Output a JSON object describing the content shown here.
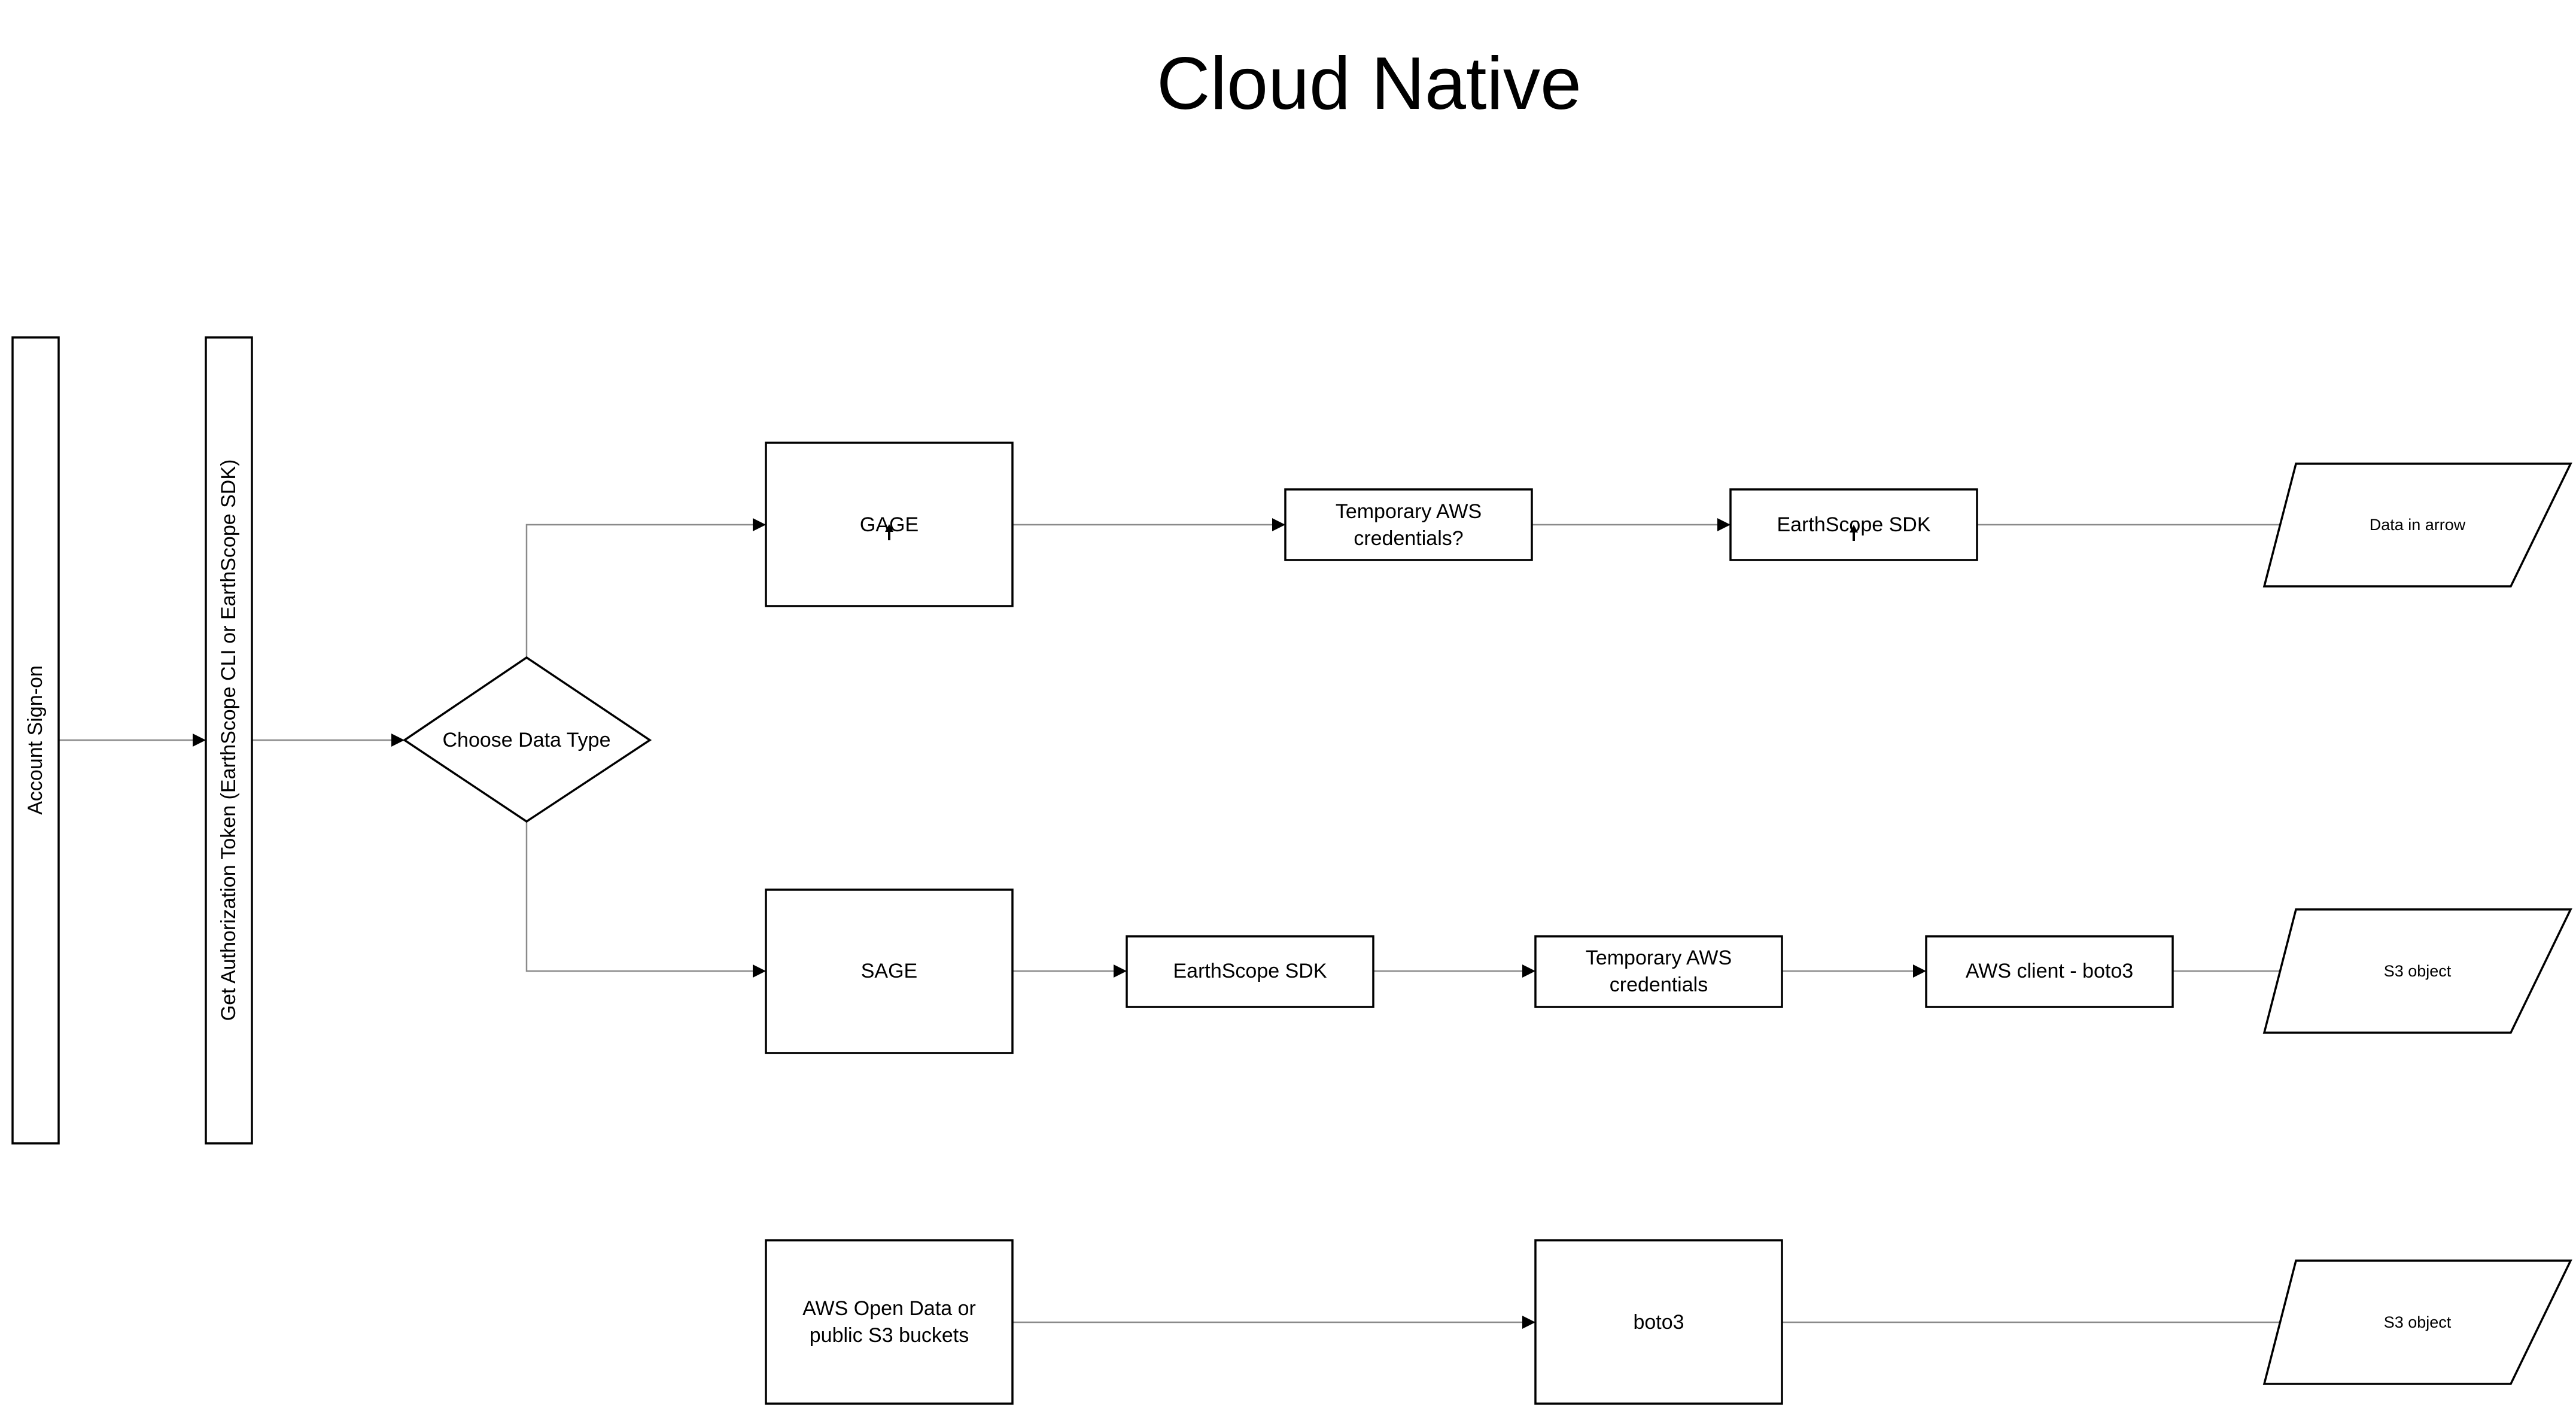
{
  "diagram": {
    "title": "Cloud Native",
    "nodes": {
      "account_signon": "Account Sign-on",
      "auth_token": "Get Authorization Token (EarthScope CLI or EarthScope SDK)",
      "choose_data_type": "Choose Data Type",
      "gage": "GAGE",
      "gage_temp_creds": [
        "Temporary AWS",
        "credentials?"
      ],
      "gage_earthscope_sdk": "EarthScope SDK",
      "gage_output": "Data in arrow",
      "sage": "SAGE",
      "sage_earthscope_sdk": "EarthScope SDK",
      "sage_temp_creds": [
        "Temporary AWS",
        "credentials"
      ],
      "sage_aws_client": "AWS client - boto3",
      "sage_output": "S3 object",
      "aws_open_data": [
        "AWS Open Data or",
        "public S3 buckets"
      ],
      "boto3": "boto3",
      "open_output": "S3 object"
    },
    "edges": [
      {
        "from": "Account Sign-on",
        "to": "Get Authorization Token (EarthScope CLI or EarthScope SDK)"
      },
      {
        "from": "Get Authorization Token (EarthScope CLI or EarthScope SDK)",
        "to": "Choose Data Type"
      },
      {
        "from": "Choose Data Type",
        "to": "GAGE"
      },
      {
        "from": "Choose Data Type",
        "to": "SAGE"
      },
      {
        "from": "GAGE",
        "to": "Temporary AWS credentials?"
      },
      {
        "from": "Temporary AWS credentials?",
        "to": "EarthScope SDK"
      },
      {
        "from": "EarthScope SDK",
        "to": "Data in arrow"
      },
      {
        "from": "SAGE",
        "to": "EarthScope SDK"
      },
      {
        "from": "EarthScope SDK",
        "to": "Temporary AWS credentials"
      },
      {
        "from": "Temporary AWS credentials",
        "to": "AWS client - boto3"
      },
      {
        "from": "AWS client - boto3",
        "to": "S3 object"
      },
      {
        "from": "AWS Open Data or public S3 buckets",
        "to": "boto3"
      },
      {
        "from": "boto3",
        "to": "S3 object"
      }
    ]
  }
}
